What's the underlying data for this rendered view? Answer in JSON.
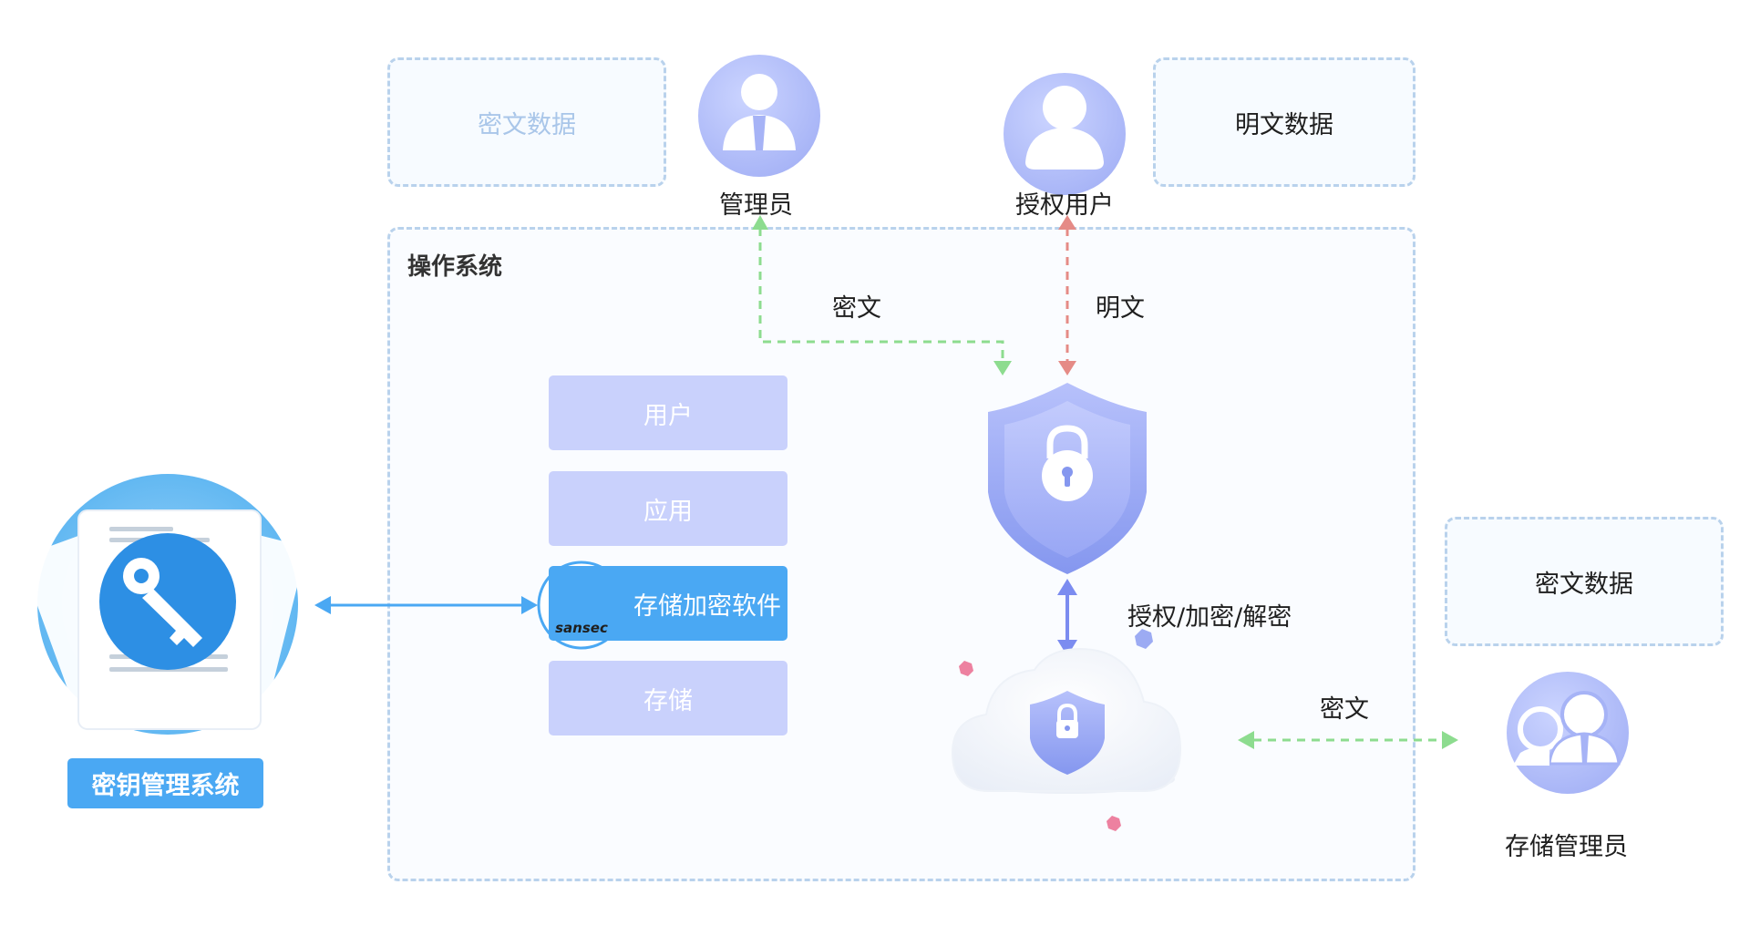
{
  "boxes": {
    "cipher_data_top": "密文数据",
    "plain_data_top": "明文数据",
    "os_label": "操作系统",
    "cipher_data_right": "密文数据"
  },
  "roles": {
    "admin": "管理员",
    "authorized_user": "授权用户",
    "storage_admin": "存储管理员"
  },
  "flows": {
    "admin_link": "密文",
    "user_link": "明文",
    "shield_cloud_link": "授权/加密/解密",
    "cloud_storage_admin_link": "密文"
  },
  "stack": [
    "用户",
    "应用",
    "存储加密软件",
    "存储"
  ],
  "logo_text": "sansec",
  "kms": {
    "label": "密钥管理系统"
  },
  "colors": {
    "accent_blue": "#4aa8f3",
    "stack_purple": "#c9d1fc",
    "green_arrow": "#8ddc8f",
    "red_arrow": "#e58b86",
    "indigo": "#7b8cf0"
  }
}
